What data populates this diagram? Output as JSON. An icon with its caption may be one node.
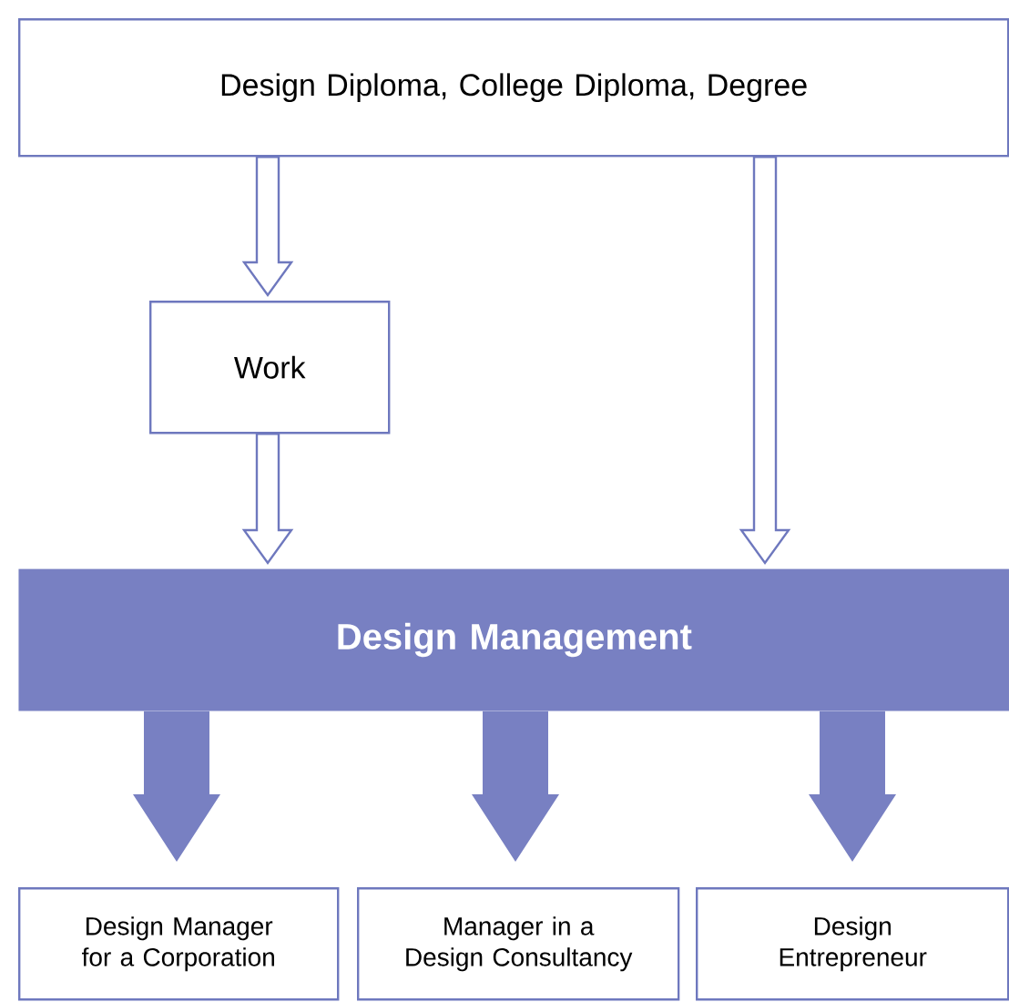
{
  "diagram": {
    "nodes": [
      {
        "text": [
          "Design Diploma, College Diploma, Degree"
        ]
      },
      {
        "text": [
          "Work"
        ]
      },
      {
        "text": [
          "Design Management"
        ]
      },
      {
        "text": [
          "Design Manager for a Corporation"
        ]
      },
      {
        "text": [
          "Manager in a Design Consultancy"
        ]
      },
      {
        "text": [
          "Design Entrepreneur"
        ]
      }
    ],
    "edges": [
      {
        "from": 0,
        "to": 1,
        "arrow": "to"
      },
      {
        "from": 1,
        "to": 2,
        "arrow": "to"
      },
      {
        "from": 0,
        "to": 2,
        "arrow": "to"
      },
      {
        "from": 2,
        "to": 3,
        "arrow": "to",
        "style": "thick"
      },
      {
        "from": 2,
        "to": 4,
        "arrow": "to",
        "style": "thick"
      },
      {
        "from": 2,
        "to": 5,
        "arrow": "to",
        "style": "thick"
      }
    ]
  }
}
